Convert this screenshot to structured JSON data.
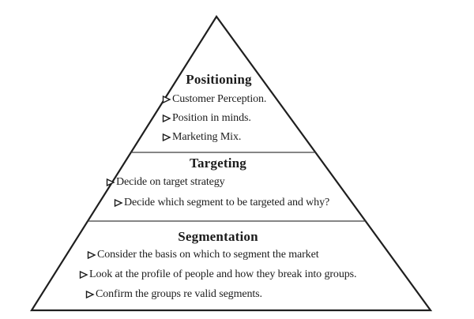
{
  "pyramid": {
    "levels": [
      {
        "name": "Positioning",
        "bullets": [
          "Customer Perception.",
          "Position in minds.",
          "Marketing Mix."
        ]
      },
      {
        "name": "Targeting",
        "bullets": [
          "Decide on target strategy",
          "Decide which segment to be targeted and why?"
        ]
      },
      {
        "name": "Segmentation",
        "bullets": [
          "Consider the basis on which to segment the market",
          "Look at the profile of people and how they break into groups.",
          "Confirm the groups re valid segments."
        ]
      }
    ],
    "bullet_glyph": "➢",
    "colors": {
      "line": "#1f1f1f",
      "divider": "#3d3d3d",
      "text": "#1c1c1c",
      "background": "#ffffff"
    }
  }
}
